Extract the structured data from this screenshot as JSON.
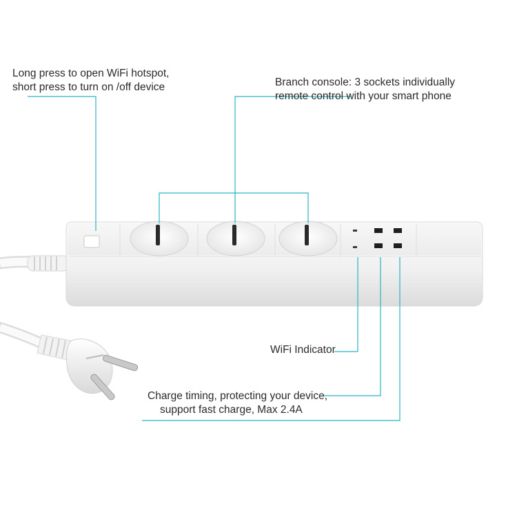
{
  "annotations": {
    "wifi_button": {
      "lines": [
        "Long press to open WiFi hotspot,",
        "short press to turn on /off device"
      ]
    },
    "branch_console": {
      "lines": [
        "Branch console: 3 sockets individually",
        "remote control with your smart phone"
      ]
    },
    "wifi_indicator": {
      "text": "WiFi Indicator"
    },
    "usb_charging": {
      "lines": [
        "Charge timing, protecting your device,",
        "support fast charge, Max 2.4A"
      ]
    }
  },
  "colors": {
    "callout_line": "#2ab3c0",
    "body": "#f4f4f4",
    "usb_port": "#1f1f1f"
  },
  "objects": [
    "power-strip",
    "power-cord",
    "schuko-plug",
    "power-button",
    "socket",
    "usb-port"
  ]
}
